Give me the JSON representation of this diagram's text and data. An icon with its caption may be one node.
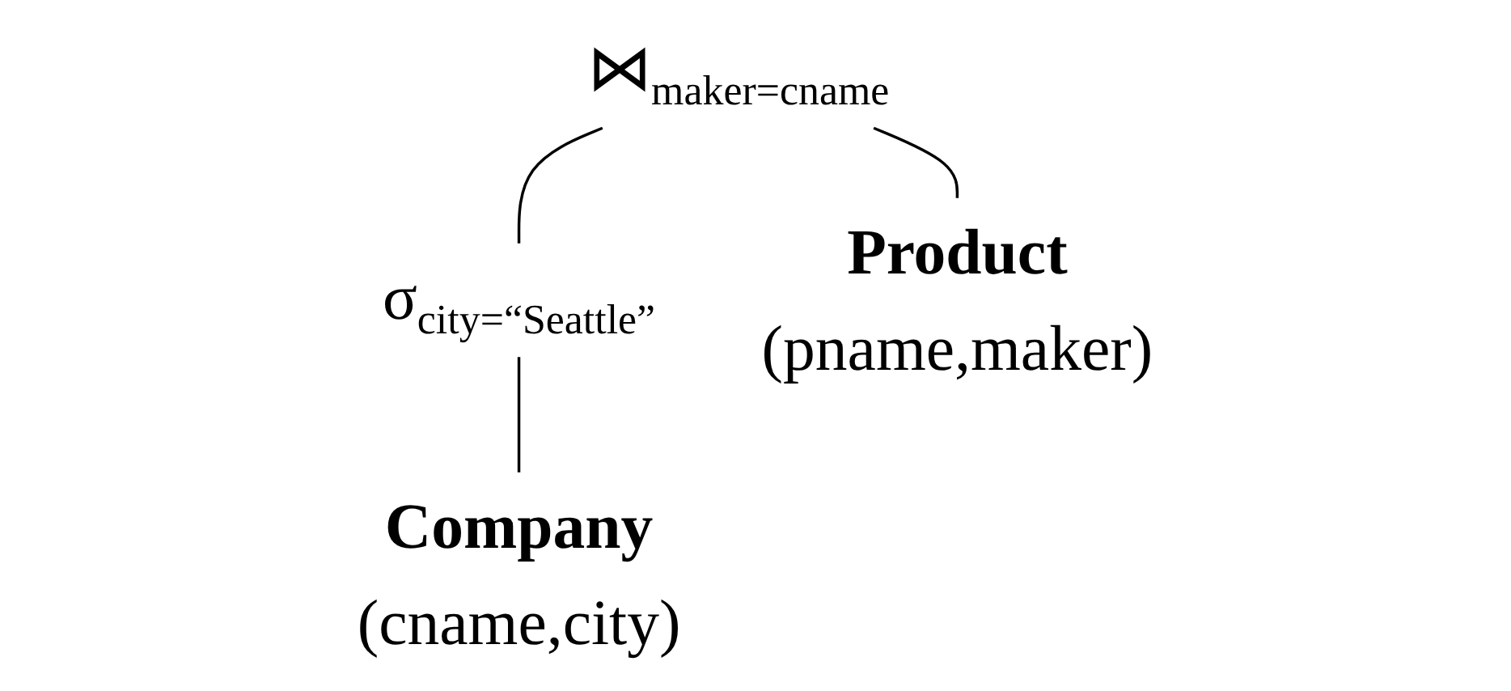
{
  "diagram": {
    "nodes": [
      {
        "text": [
          "⋈",
          "maker=cname"
        ]
      },
      {
        "text": [
          "σ",
          "city=“Seattle”"
        ]
      },
      {
        "text": [
          "Product",
          "(pname,maker)"
        ]
      },
      {
        "text": [
          "Company",
          "(cname,city)"
        ]
      }
    ],
    "edges": [
      {
        "from": 0,
        "to": 2,
        "arrow": "none"
      },
      {
        "from": 0,
        "to": 1,
        "arrow": "none"
      },
      {
        "from": 1,
        "to": 3,
        "arrow": "none"
      }
    ]
  }
}
